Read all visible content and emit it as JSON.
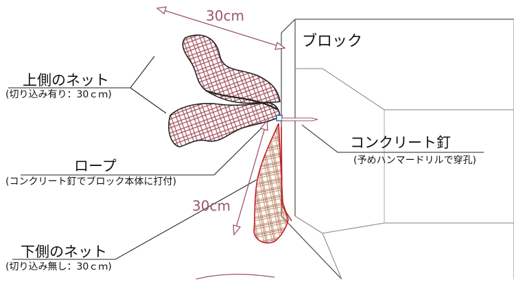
{
  "block": {
    "label": "ブロック"
  },
  "dimensions": {
    "top": "30cm",
    "middle": "30cm"
  },
  "labels": {
    "upper_net": {
      "title": "上側のネット",
      "note": "(切り込み有り：30ｃｍ)"
    },
    "rope": {
      "title": "ロープ",
      "note": "(コンクリート釘でブロック本体に打付)"
    },
    "nail": {
      "title": "コンクリート釘",
      "note": "(予めハンマードリルで穿孔)"
    },
    "lower_net": {
      "title": "下側のネット",
      "note": "(切り込み無し：30ｃｍ)"
    }
  },
  "colors": {
    "line": "#222222",
    "dimension": "#9a5565",
    "net_red": "#a0505a",
    "net_tan": "#c8a074",
    "edge_red": "#c0202a"
  }
}
